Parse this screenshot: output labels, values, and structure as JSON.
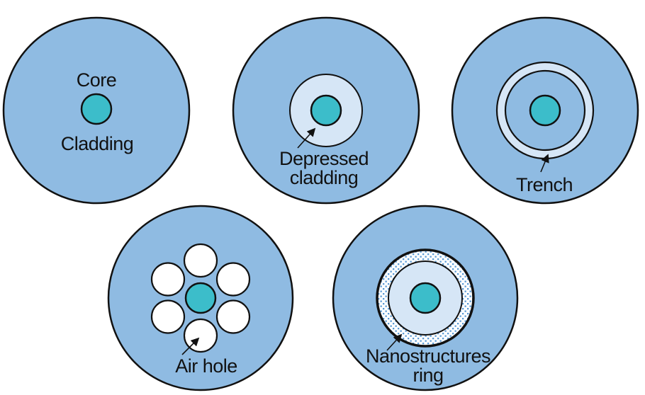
{
  "colors": {
    "cladding_blue": "#8fbbe2",
    "light_blue": "#d6e6f6",
    "core_teal": "#3cbdca",
    "air_hole_white": "#ffffff",
    "stipple_dot_blue": "#5b9bd5",
    "outline_black": "#111111"
  },
  "fibers": {
    "standard": {
      "core_label": "Core",
      "cladding_label": "Cladding"
    },
    "depressed_cladding": {
      "label_lines": [
        "Depressed",
        "cladding"
      ]
    },
    "trench": {
      "label": "Trench"
    },
    "air_hole": {
      "label": "Air hole"
    },
    "nanostructures_ring": {
      "label_lines": [
        "Nanostructures",
        "ring"
      ]
    }
  }
}
